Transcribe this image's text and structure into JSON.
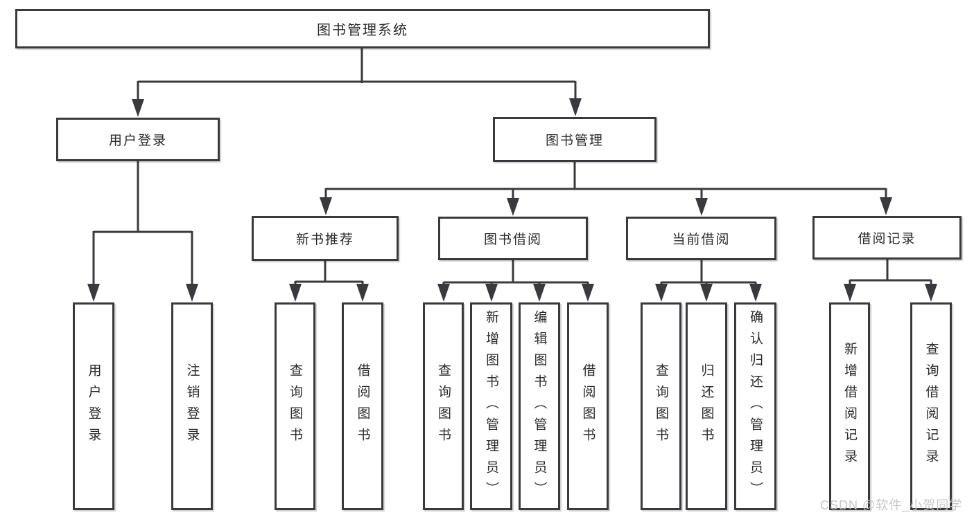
{
  "diagram": {
    "root": {
      "label": "图书管理系统"
    },
    "branches": [
      {
        "label": "用户登录",
        "children": [
          {
            "label": "用户登录"
          },
          {
            "label": "注销登录"
          }
        ]
      },
      {
        "label": "图书管理",
        "children": [
          {
            "label": "新书推荐",
            "children": [
              {
                "label": "查询图书"
              },
              {
                "label": "借阅图书"
              }
            ]
          },
          {
            "label": "图书借阅",
            "children": [
              {
                "label": "查询图书"
              },
              {
                "label": "新增图书（管理员）"
              },
              {
                "label": "编辑图书（管理员）"
              },
              {
                "label": "借阅图书"
              }
            ]
          },
          {
            "label": "当前借阅",
            "children": [
              {
                "label": "查询图书"
              },
              {
                "label": "归还图书"
              },
              {
                "label": "确认归还（管理员）"
              }
            ]
          },
          {
            "label": "借阅记录",
            "children": [
              {
                "label": "新增借阅记录"
              },
              {
                "label": "查询借阅记录"
              }
            ]
          }
        ]
      }
    ]
  },
  "watermark": {
    "text": "CSDN @软件_小贺同学"
  },
  "colors": {
    "line": "#3a3a3e",
    "text": "#29292b",
    "watermark": "#c7c7c7",
    "background": "#ffffff"
  }
}
